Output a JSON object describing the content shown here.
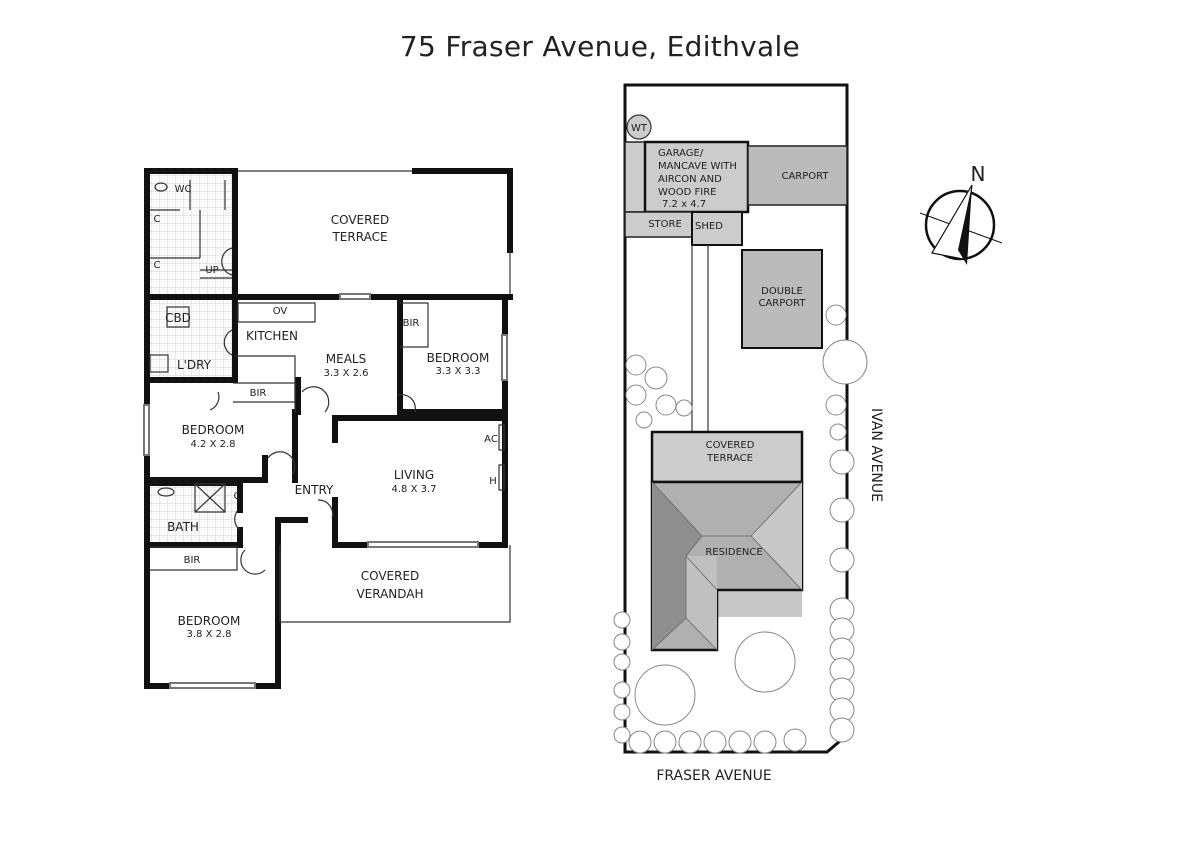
{
  "title": "75 Fraser Avenue, Edithvale",
  "floor_plan": {
    "rooms": {
      "wc": "WC",
      "cupboard_1": "C",
      "cupboard_2": "C",
      "stairs": "UP",
      "covered_terrace": [
        "COVERED",
        "TERRACE"
      ],
      "cbd": "CBD",
      "laundry": "L'DRY",
      "oven": "OV",
      "kitchen": "KITCHEN",
      "meals": {
        "name": "MEALS",
        "size": "3.3 X 2.6"
      },
      "bedroom_2": {
        "name": "BEDROOM",
        "size": "3.3 X 3.3",
        "bir": "BIR"
      },
      "bedroom_1": {
        "name": "BEDROOM",
        "size": "4.2 X 2.8",
        "bir": "BIR"
      },
      "entry": "ENTRY",
      "living": {
        "name": "LIVING",
        "size": "4.8 X 3.7",
        "ac": "AC",
        "heater": "H"
      },
      "bath": "BATH",
      "bath_cupboard": "C",
      "bedroom_3": {
        "name": "BEDROOM",
        "size": "3.8 X 2.8",
        "bir": "BIR"
      },
      "covered_verandah": [
        "COVERED",
        "VERANDAH"
      ]
    }
  },
  "site_plan": {
    "water_tank": "WT",
    "garage": [
      "GARAGE/",
      "MANCAVE WITH",
      "AIRCON AND",
      "WOOD FIRE",
      "7.2 x 4.7"
    ],
    "carport": "CARPORT",
    "store": "STORE",
    "shed": "SHED",
    "double_carport": [
      "DOUBLE",
      "CARPORT"
    ],
    "covered_terrace": [
      "COVERED",
      "TERRACE"
    ],
    "residence": "RESIDENCE",
    "street_side": "IVAN AVENUE",
    "street_front": "FRASER AVENUE",
    "compass": "N"
  }
}
